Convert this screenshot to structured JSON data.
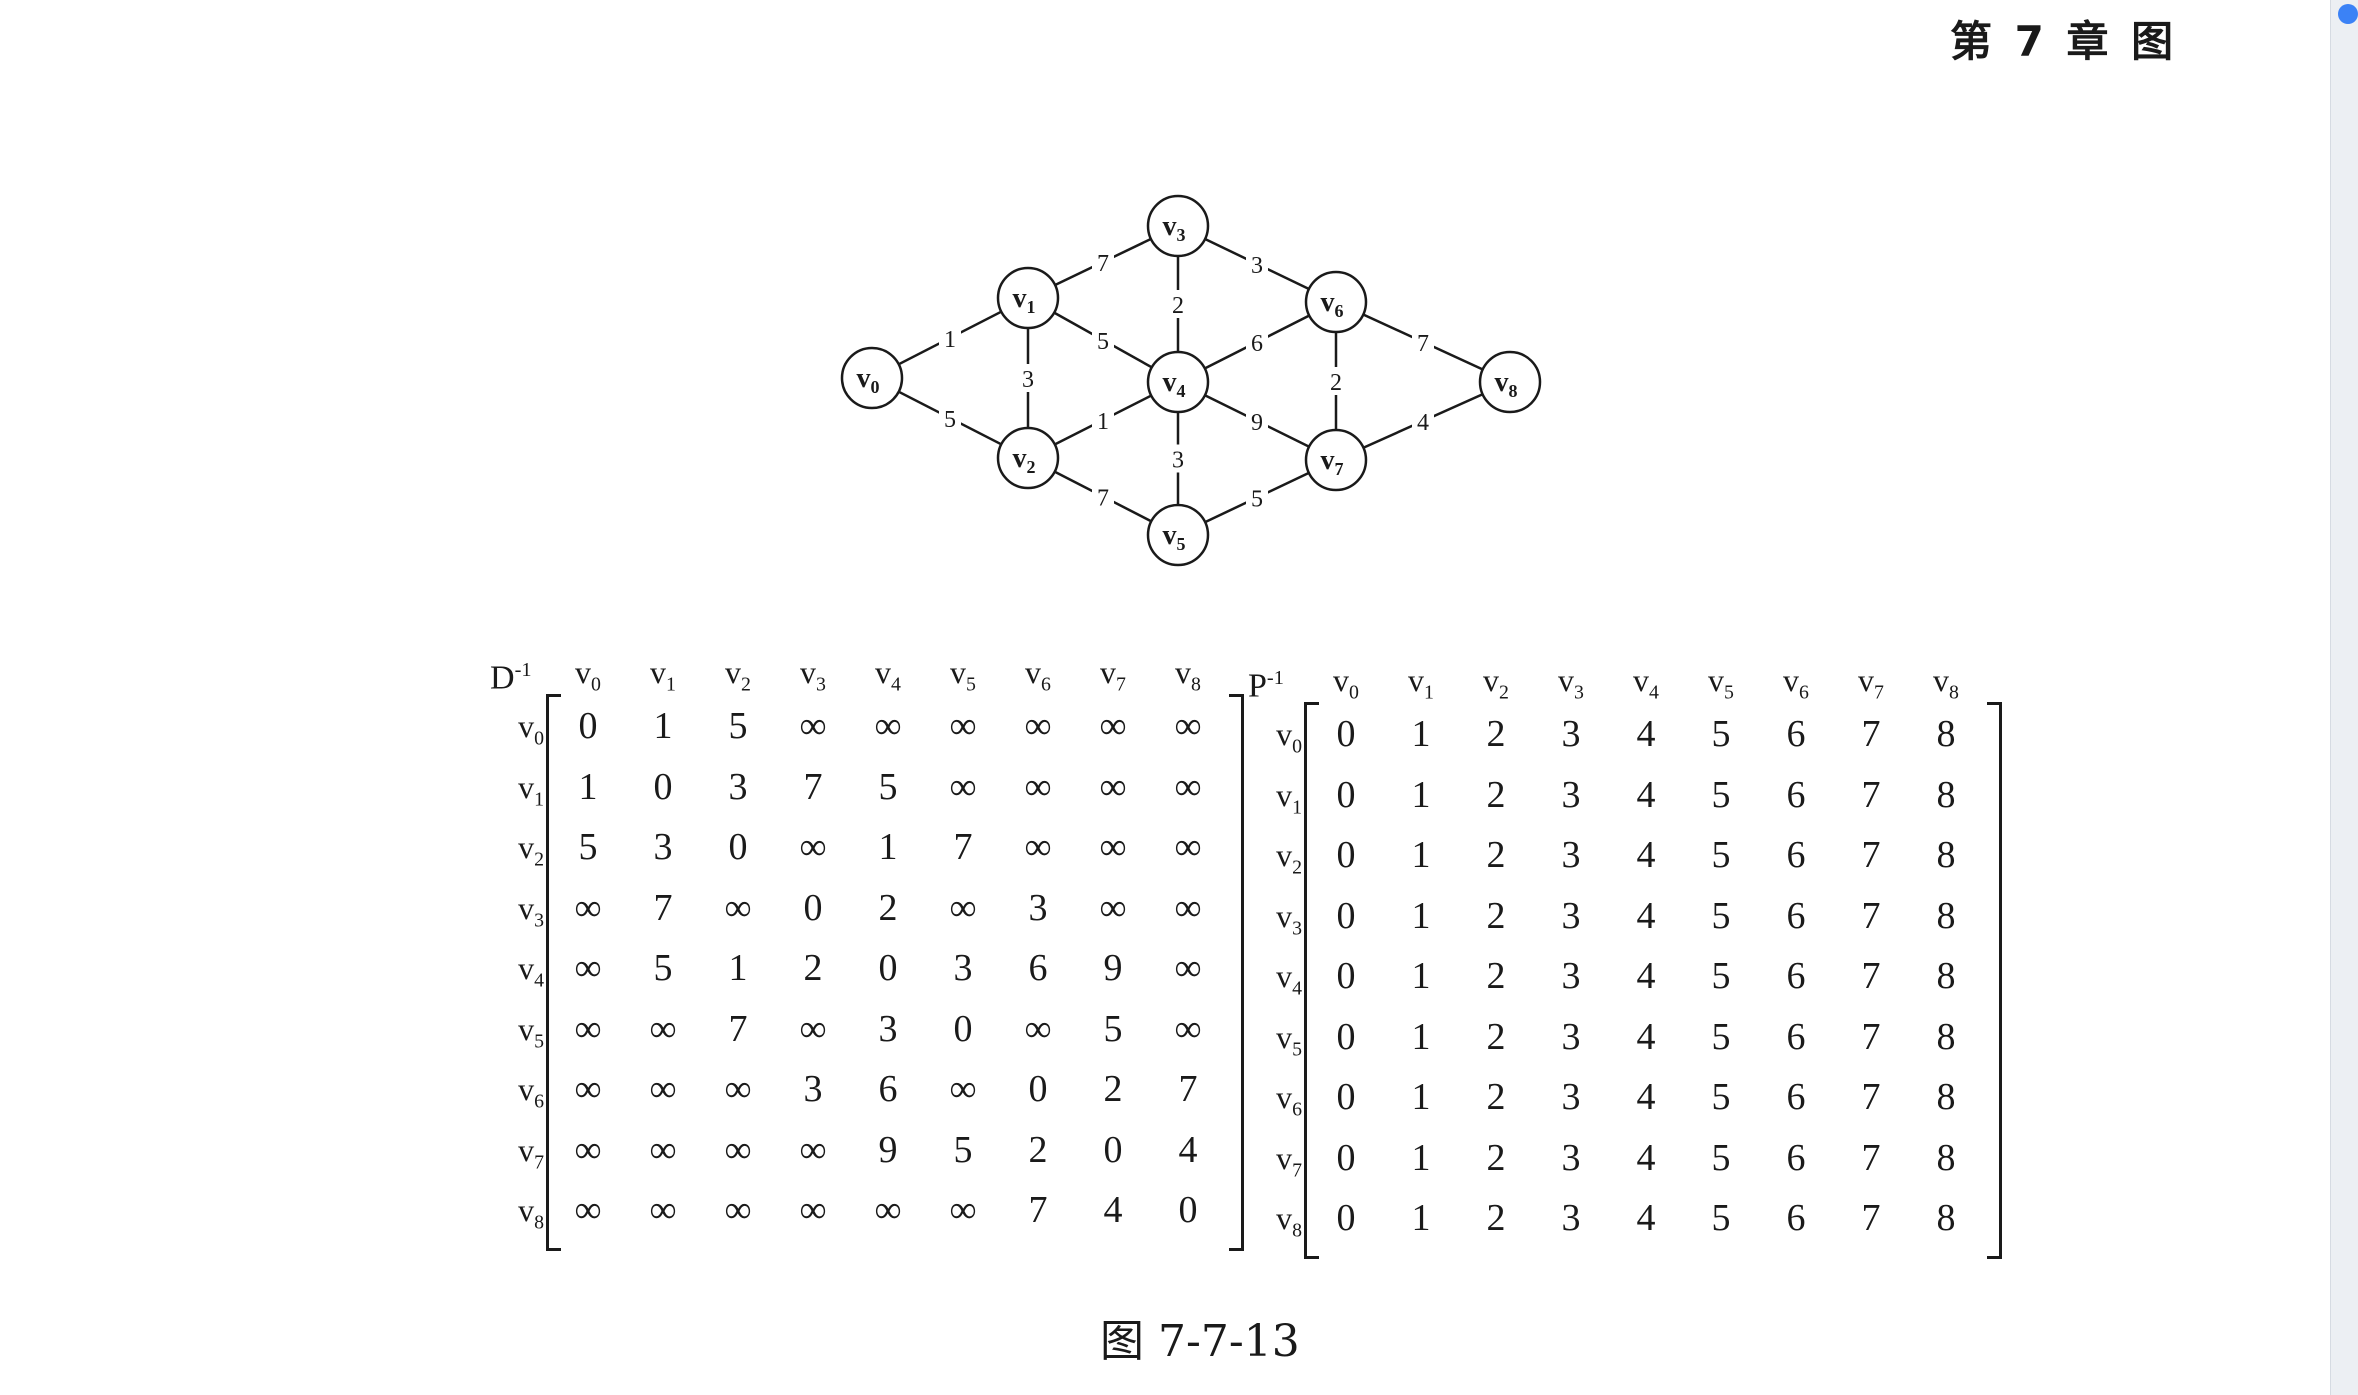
{
  "header": {
    "chapter": "第 7 章  图"
  },
  "graph": {
    "nodes": [
      {
        "id": "v0",
        "label": "v",
        "sub": "0"
      },
      {
        "id": "v1",
        "label": "v",
        "sub": "1"
      },
      {
        "id": "v2",
        "label": "v",
        "sub": "2"
      },
      {
        "id": "v3",
        "label": "v",
        "sub": "3"
      },
      {
        "id": "v4",
        "label": "v",
        "sub": "4"
      },
      {
        "id": "v5",
        "label": "v",
        "sub": "5"
      },
      {
        "id": "v6",
        "label": "v",
        "sub": "6"
      },
      {
        "id": "v7",
        "label": "v",
        "sub": "7"
      },
      {
        "id": "v8",
        "label": "v",
        "sub": "8"
      }
    ],
    "edges": [
      {
        "from": "v0",
        "to": "v1",
        "weight": "1"
      },
      {
        "from": "v0",
        "to": "v2",
        "weight": "5"
      },
      {
        "from": "v1",
        "to": "v2",
        "weight": "3"
      },
      {
        "from": "v1",
        "to": "v3",
        "weight": "7"
      },
      {
        "from": "v1",
        "to": "v4",
        "weight": "5"
      },
      {
        "from": "v2",
        "to": "v4",
        "weight": "1"
      },
      {
        "from": "v2",
        "to": "v5",
        "weight": "7"
      },
      {
        "from": "v3",
        "to": "v4",
        "weight": "2"
      },
      {
        "from": "v3",
        "to": "v6",
        "weight": "3"
      },
      {
        "from": "v4",
        "to": "v5",
        "weight": "3"
      },
      {
        "from": "v4",
        "to": "v6",
        "weight": "6"
      },
      {
        "from": "v4",
        "to": "v7",
        "weight": "9"
      },
      {
        "from": "v5",
        "to": "v7",
        "weight": "5"
      },
      {
        "from": "v6",
        "to": "v7",
        "weight": "2"
      },
      {
        "from": "v6",
        "to": "v8",
        "weight": "7"
      },
      {
        "from": "v7",
        "to": "v8",
        "weight": "4"
      }
    ]
  },
  "matrix_d": {
    "name": "D",
    "sup": "-1",
    "col_labels": [
      "0",
      "1",
      "2",
      "3",
      "4",
      "5",
      "6",
      "7",
      "8"
    ],
    "row_labels": [
      "0",
      "1",
      "2",
      "3",
      "4",
      "5",
      "6",
      "7",
      "8"
    ],
    "rows": [
      [
        "0",
        "1",
        "5",
        "∞",
        "∞",
        "∞",
        "∞",
        "∞",
        "∞"
      ],
      [
        "1",
        "0",
        "3",
        "7",
        "5",
        "∞",
        "∞",
        "∞",
        "∞"
      ],
      [
        "5",
        "3",
        "0",
        "∞",
        "1",
        "7",
        "∞",
        "∞",
        "∞"
      ],
      [
        "∞",
        "7",
        "∞",
        "0",
        "2",
        "∞",
        "3",
        "∞",
        "∞"
      ],
      [
        "∞",
        "5",
        "1",
        "2",
        "0",
        "3",
        "6",
        "9",
        "∞"
      ],
      [
        "∞",
        "∞",
        "7",
        "∞",
        "3",
        "0",
        "∞",
        "5",
        "∞"
      ],
      [
        "∞",
        "∞",
        "∞",
        "3",
        "6",
        "∞",
        "0",
        "2",
        "7"
      ],
      [
        "∞",
        "∞",
        "∞",
        "∞",
        "9",
        "5",
        "2",
        "0",
        "4"
      ],
      [
        "∞",
        "∞",
        "∞",
        "∞",
        "∞",
        "∞",
        "7",
        "4",
        "0"
      ]
    ]
  },
  "matrix_p": {
    "name": "P",
    "sup": "-1",
    "col_labels": [
      "0",
      "1",
      "2",
      "3",
      "4",
      "5",
      "6",
      "7",
      "8"
    ],
    "row_labels": [
      "0",
      "1",
      "2",
      "3",
      "4",
      "5",
      "6",
      "7",
      "8"
    ],
    "rows": [
      [
        "0",
        "1",
        "2",
        "3",
        "4",
        "5",
        "6",
        "7",
        "8"
      ],
      [
        "0",
        "1",
        "2",
        "3",
        "4",
        "5",
        "6",
        "7",
        "8"
      ],
      [
        "0",
        "1",
        "2",
        "3",
        "4",
        "5",
        "6",
        "7",
        "8"
      ],
      [
        "0",
        "1",
        "2",
        "3",
        "4",
        "5",
        "6",
        "7",
        "8"
      ],
      [
        "0",
        "1",
        "2",
        "3",
        "4",
        "5",
        "6",
        "7",
        "8"
      ],
      [
        "0",
        "1",
        "2",
        "3",
        "4",
        "5",
        "6",
        "7",
        "8"
      ],
      [
        "0",
        "1",
        "2",
        "3",
        "4",
        "5",
        "6",
        "7",
        "8"
      ],
      [
        "0",
        "1",
        "2",
        "3",
        "4",
        "5",
        "6",
        "7",
        "8"
      ],
      [
        "0",
        "1",
        "2",
        "3",
        "4",
        "5",
        "6",
        "7",
        "8"
      ]
    ]
  },
  "caption": "图 7-7-13"
}
